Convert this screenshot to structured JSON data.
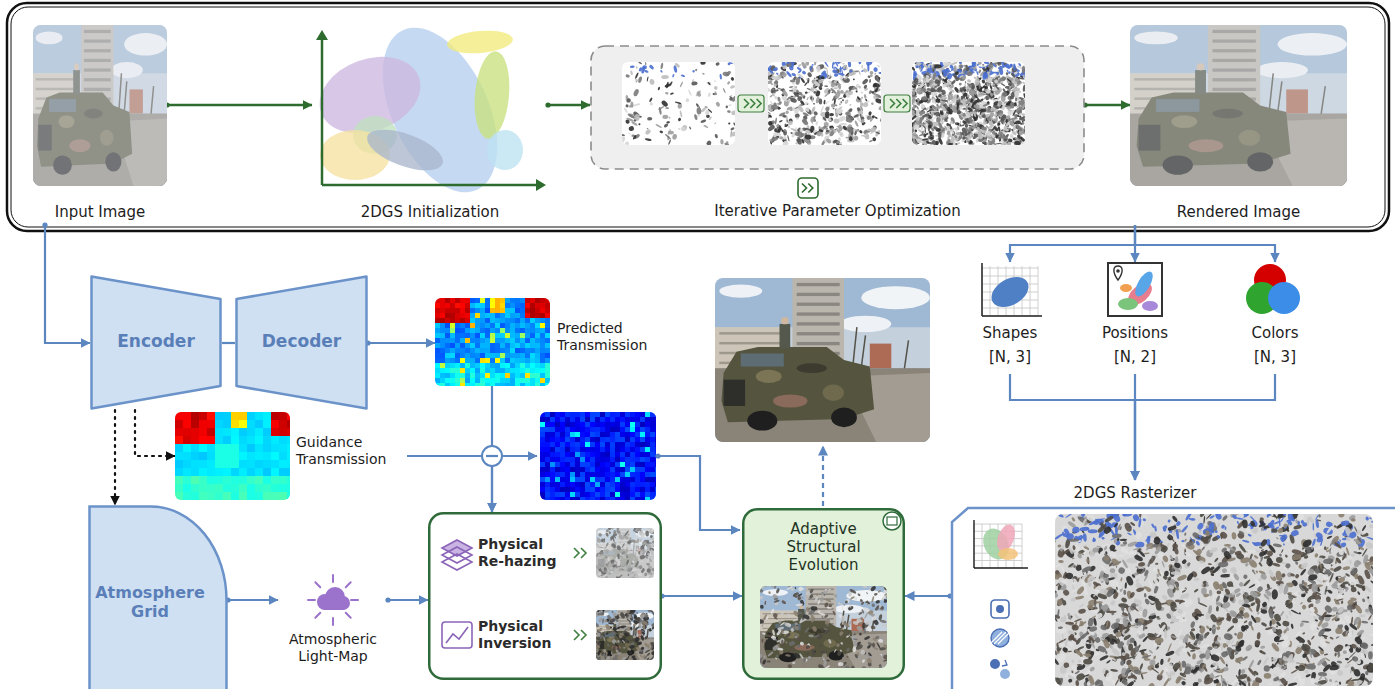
{
  "diagram": {
    "nodes": [
      {
        "text": [
          "Input Image"
        ]
      },
      {
        "text": [
          "2DGS Initialization"
        ]
      },
      {
        "text": [
          "Iterative Parameter Optimization"
        ]
      },
      {
        "text": [
          "Rendered Image"
        ]
      },
      {
        "text": [
          "Encoder"
        ]
      },
      {
        "text": [
          "Decoder"
        ]
      },
      {
        "text": [
          "Predicted Transmission"
        ]
      },
      {
        "text": [
          "Shapes",
          "[N, 3]"
        ]
      },
      {
        "text": [
          "Positions",
          "[N, 2]"
        ]
      },
      {
        "text": [
          "Colors",
          "[N, 3]"
        ]
      },
      {
        "text": [
          "Guidance Transmission"
        ]
      },
      {
        "text": [
          "Atmosphere Grid"
        ]
      },
      {
        "text": [
          "Atmospheric Light-Map"
        ]
      },
      {
        "text": [
          "Physical Re-hazing",
          "Physical Inversion"
        ]
      },
      {
        "text": [
          "Adaptive Structural Evolution"
        ]
      },
      {
        "text": [
          "2DGS Rasterizer"
        ]
      }
    ],
    "edges": [
      {
        "from": 0,
        "to": 1,
        "arrow": "to"
      },
      {
        "from": 1,
        "to": 2,
        "arrow": "to"
      },
      {
        "from": 2,
        "to": 3,
        "arrow": "to"
      },
      {
        "from": 0,
        "to": 4,
        "arrow": "to"
      },
      {
        "from": 4,
        "to": 5,
        "arrow": "none"
      },
      {
        "from": 5,
        "to": 6,
        "arrow": "to"
      },
      {
        "from": 3,
        "to": 7,
        "arrow": "to"
      },
      {
        "from": 3,
        "to": 8,
        "arrow": "to"
      },
      {
        "from": 3,
        "to": 9,
        "arrow": "to"
      },
      {
        "from": 7,
        "to": 15,
        "arrow": "to"
      },
      {
        "from": 8,
        "to": 15,
        "arrow": "to"
      },
      {
        "from": 9,
        "to": 15,
        "arrow": "to"
      },
      {
        "from": 4,
        "to": 10,
        "arrow": "to"
      },
      {
        "from": 4,
        "to": 11,
        "arrow": "to"
      },
      {
        "from": 6,
        "to": 13,
        "arrow": "to"
      },
      {
        "from": 10,
        "to": 13,
        "arrow": "to"
      },
      {
        "from": 11,
        "to": 12,
        "arrow": "to"
      },
      {
        "from": 12,
        "to": 13,
        "arrow": "to"
      },
      {
        "from": 13,
        "to": 14,
        "arrow": "to"
      },
      {
        "from": 15,
        "to": 14,
        "arrow": "to"
      }
    ]
  }
}
